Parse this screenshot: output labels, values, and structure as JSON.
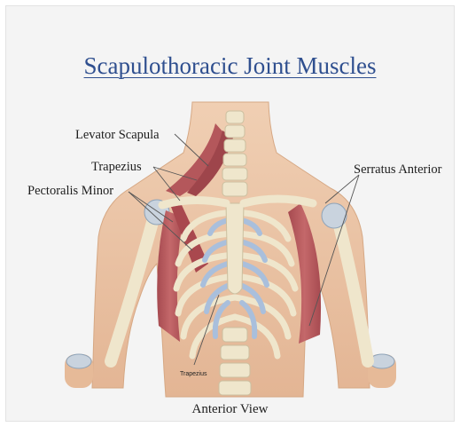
{
  "title": "Scapulothoracic Joint Muscles",
  "caption": "Anterior View",
  "labels": {
    "levator_scapula": "Levator Scapula",
    "trapezius": "Trapezius",
    "pectoralis_minor": "Pectoralis Minor",
    "serratus_anterior": "Serratus Anterior",
    "trapezius_small": "Trapezius"
  },
  "colors": {
    "title": "#2f4f8f",
    "skin": "#e9c2a2",
    "bone": "#efe6cc",
    "cartilage": "#a9bfdc",
    "muscle": "#b5565a"
  }
}
